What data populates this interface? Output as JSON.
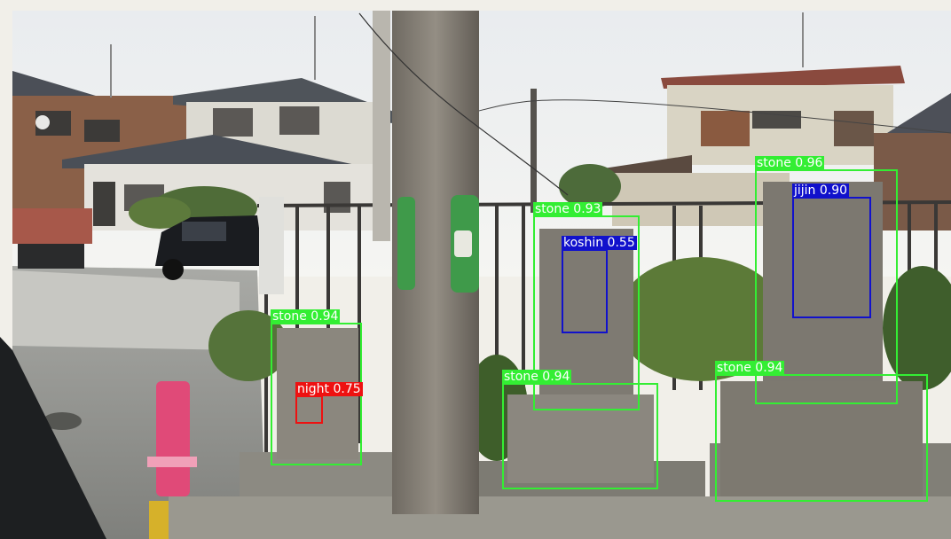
{
  "photo": {
    "scene": "roadside stone monuments beside a utility pole"
  },
  "detections": [
    {
      "label": "stone 0.94",
      "color": "#33ee33"
    },
    {
      "label": "night 0.75",
      "color": "#ee1111"
    },
    {
      "label": "stone 0.93",
      "color": "#33ee33"
    },
    {
      "label": "koshin 0.55",
      "color": "#1111cc"
    },
    {
      "label": "stone 0.94",
      "color": "#33ee33"
    },
    {
      "label": "stone 0.96",
      "color": "#33ee33"
    },
    {
      "label": "jijin 0.90",
      "color": "#1111cc"
    },
    {
      "label": "stone 0.94",
      "color": "#33ee33"
    }
  ]
}
